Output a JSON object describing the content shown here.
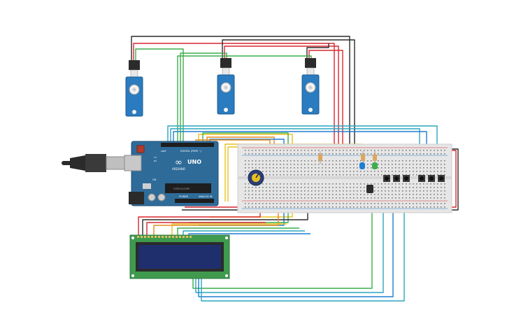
{
  "arduino": {
    "logo": "∞",
    "model": "UNO",
    "brand": "ARDUINO",
    "digital_label": "DIGITAL (PWM ~)",
    "power_label": "POWER",
    "analog_label": "ANALOG IN",
    "aref_label": "AREF",
    "gnd_label": "GND",
    "rx_label": "RX",
    "tx_label": "TX",
    "on_label": "ON",
    "chip_label": "ATMEGA328P"
  },
  "colors": {
    "arduino_board": "#2e6b99",
    "servo_body": "#2a7bbf",
    "servo_connector": "#2b2b2b",
    "breadboard": "#e6e6e6",
    "lcd_pcb": "#3f9a4e",
    "lcd_screen": "#1f2f6e",
    "wire_red": "#d9262f",
    "wire_black": "#2b2b2b",
    "wire_green": "#3cae4a",
    "wire_yellow": "#e8c01e",
    "wire_blue": "#1f7ed1",
    "wire_cyan": "#2aa6c0",
    "wire_orange": "#e38a1e",
    "wire_purple": "#a2349c",
    "wire_pink": "#d63ea0"
  },
  "components": {
    "servos": [
      "servo-1",
      "servo-2",
      "servo-3"
    ],
    "leds": [
      "blue-led",
      "green-led"
    ],
    "buttons": 6,
    "resistors": 3
  }
}
